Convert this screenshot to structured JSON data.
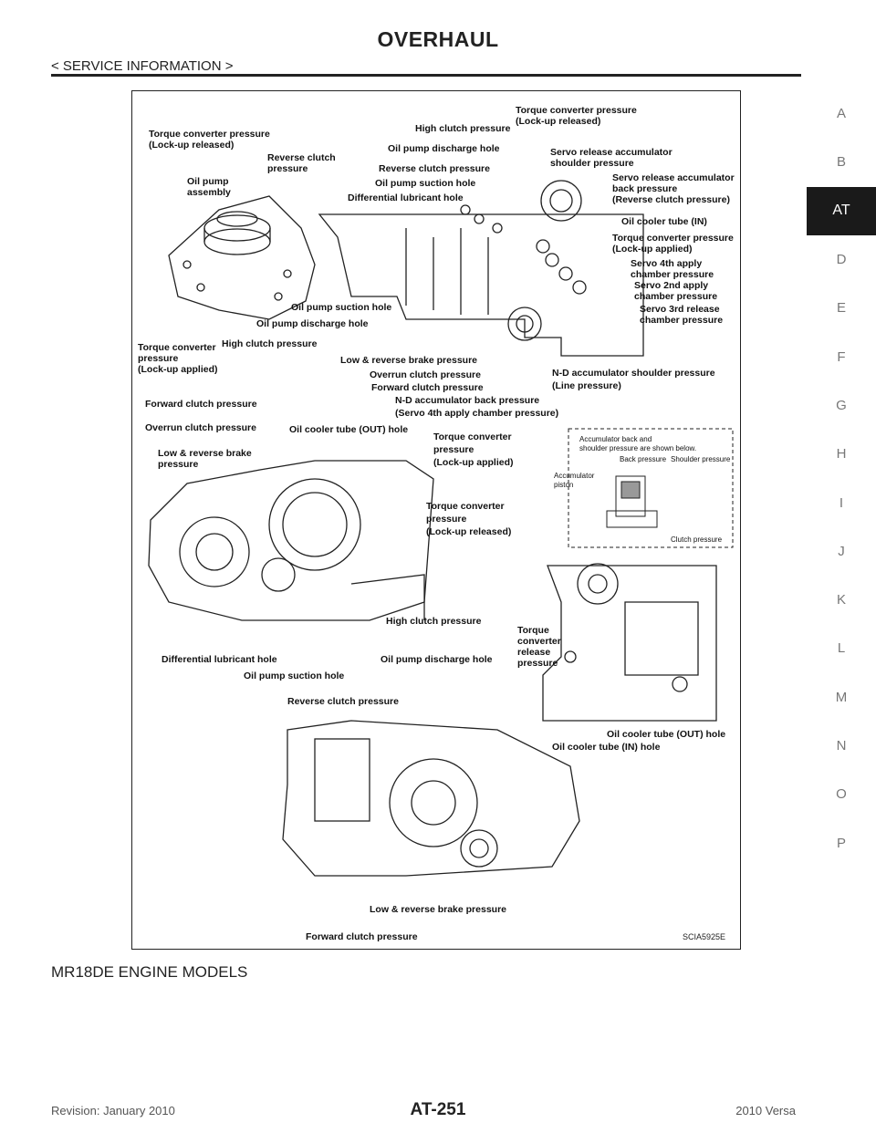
{
  "header": {
    "title": "OVERHAUL",
    "subtitle": "< SERVICE INFORMATION >"
  },
  "side_index": [
    "A",
    "B",
    "AT",
    "D",
    "E",
    "F",
    "G",
    "H",
    "I",
    "J",
    "K",
    "L",
    "M",
    "N",
    "O",
    "P"
  ],
  "side_index_active": "AT",
  "figure": {
    "code": "SCIA5925E",
    "labels_top": {
      "tc_released": "Torque converter pressure",
      "tc_released_2": "(Lock-up released)",
      "reverse_clutch": "Reverse clutch",
      "reverse_clutch_2": "pressure",
      "oil_pump": "Oil pump",
      "oil_pump_2": "assembly",
      "high_clutch_top": "High clutch pressure",
      "oil_pump_discharge_top": "Oil pump discharge hole",
      "reverse_clutch_top": "Reverse clutch pressure",
      "oil_pump_suction_top": "Oil pump suction hole",
      "diff_lub_top": "Differential lubricant hole",
      "tc_top_right": "Torque converter pressure",
      "tc_top_right_2": "(Lock-up released)",
      "servo_release_shoulder": "Servo release accumulator",
      "servo_release_shoulder_2": "shoulder pressure",
      "servo_release_back": "Servo release accumulator",
      "servo_release_back_2": "back pressure",
      "servo_release_back_3": "(Reverse clutch pressure)",
      "oil_cooler_in": "Oil cooler tube (IN)",
      "tc_applied_right": "Torque converter pressure",
      "tc_applied_right_2": "(Lock-up applied)",
      "servo_4th": "Servo 4th apply",
      "servo_4th_2": "chamber pressure",
      "servo_2nd": "Servo 2nd apply",
      "servo_2nd_2": "chamber pressure",
      "servo_3rd": "Servo 3rd release",
      "servo_3rd_2": "chamber pressure",
      "oil_pump_suction_hole": "Oil pump suction hole",
      "oil_pump_discharge_hole": "Oil pump discharge hole",
      "high_clutch_left": "High clutch pressure",
      "tc_applied_left": "Torque converter",
      "tc_applied_left_2": "pressure",
      "tc_applied_left_3": "(Lock-up applied)",
      "low_reverse_brake": "Low & reverse brake pressure",
      "overrun_clutch": "Overrun clutch pressure",
      "forward_clutch": "Forward clutch pressure",
      "nd_back": "N-D accumulator back pressure",
      "nd_back_2": "(Servo 4th apply chamber pressure)",
      "nd_shoulder": "N-D accumulator shoulder pressure",
      "nd_shoulder_2": "(Line pressure)"
    },
    "labels_mid": {
      "forward_clutch": "Forward clutch pressure",
      "overrun_clutch": "Overrun clutch pressure",
      "oil_cooler_out": "Oil cooler tube (OUT) hole",
      "low_reverse": "Low & reverse brake",
      "low_reverse_2": "pressure",
      "tc_applied": "Torque converter",
      "tc_applied_2": "pressure",
      "tc_applied_3": "(Lock-up applied)",
      "tc_released": "Torque converter",
      "tc_released_2": "pressure",
      "tc_released_3": "(Lock-up released)",
      "high_clutch": "High clutch pressure",
      "diff_lub": "Differential lubricant hole",
      "oil_pump_suction": "Oil pump suction hole",
      "oil_pump_discharge": "Oil pump discharge hole",
      "reverse_clutch": "Reverse clutch pressure"
    },
    "inset": {
      "note": "Accumulator back and",
      "note_2": "shoulder pressure are shown below.",
      "back": "Back pressure",
      "shoulder": "Shoulder pressure",
      "piston": "Accumulator",
      "piston_2": "piston",
      "clutch": "Clutch pressure"
    },
    "labels_right": {
      "tc_release": "Torque",
      "tc_release_2": "converter",
      "tc_release_3": "release",
      "tc_release_4": "pressure",
      "oil_cooler_out": "Oil cooler tube (OUT) hole",
      "oil_cooler_in": "Oil cooler tube (IN) hole"
    },
    "labels_bottom": {
      "low_reverse": "Low & reverse brake pressure",
      "forward_clutch": "Forward clutch pressure"
    }
  },
  "section_heading": "MR18DE ENGINE MODELS",
  "footer": {
    "left": "Revision: January 2010",
    "center": "AT-251",
    "right": "2010 Versa"
  }
}
